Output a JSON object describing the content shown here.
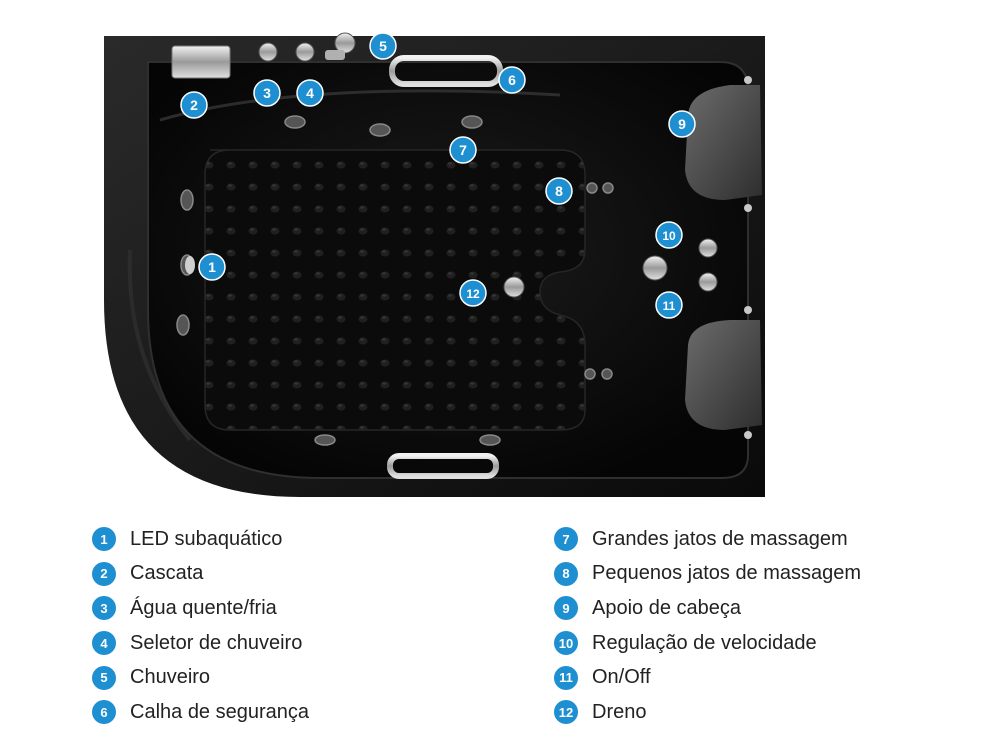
{
  "colors": {
    "marker": "#1e8fd0",
    "tub": "#0e0e0e",
    "legend_text": "#222222"
  },
  "markers": [
    {
      "id": "m1",
      "label": "1"
    },
    {
      "id": "m2",
      "label": "2"
    },
    {
      "id": "m3",
      "label": "3"
    },
    {
      "id": "m4",
      "label": "4"
    },
    {
      "id": "m5",
      "label": "5"
    },
    {
      "id": "m6",
      "label": "6"
    },
    {
      "id": "m7",
      "label": "7"
    },
    {
      "id": "m8",
      "label": "8"
    },
    {
      "id": "m9",
      "label": "9"
    },
    {
      "id": "m10",
      "label": "10"
    },
    {
      "id": "m11",
      "label": "11"
    },
    {
      "id": "m12",
      "label": "12"
    }
  ],
  "legend": {
    "left": [
      {
        "num": "1",
        "text": "LED subaquático"
      },
      {
        "num": "2",
        "text": "Cascata"
      },
      {
        "num": "3",
        "text": "Água quente/fria"
      },
      {
        "num": "4",
        "text": "Seletor de chuveiro"
      },
      {
        "num": "5",
        "text": "Chuveiro"
      },
      {
        "num": "6",
        "text": "Calha de segurança"
      }
    ],
    "right": [
      {
        "num": "7",
        "text": "Grandes jatos de massagem"
      },
      {
        "num": "8",
        "text": "Pequenos jatos de massagem"
      },
      {
        "num": "9",
        "text": "Apoio de cabeça"
      },
      {
        "num": "10",
        "text": "Regulação de velocidade"
      },
      {
        "num": "11",
        "text": "On/Off"
      },
      {
        "num": "12",
        "text": "Dreno"
      }
    ]
  }
}
